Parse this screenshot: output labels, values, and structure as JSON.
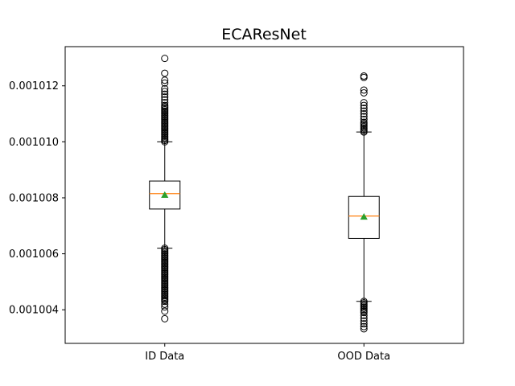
{
  "chart_data": {
    "type": "box",
    "title": "ECAResNet",
    "xlabel": "",
    "ylabel": "",
    "categories": [
      "ID Data",
      "OOD Data"
    ],
    "ylim": [
      0.0010028,
      0.0010134
    ],
    "yticks": [
      0.001004,
      0.001006,
      0.001008,
      0.00101,
      0.001012
    ],
    "ytick_labels": [
      "0.001004",
      "0.001006",
      "0.001008",
      "0.001010",
      "0.001012"
    ],
    "grid": false,
    "legend": "none",
    "colors": {
      "median": "#ff7f0e",
      "mean": "#2ca02c",
      "box": "#000000",
      "flier": "#000000"
    },
    "boxes": [
      {
        "label": "ID Data",
        "whisker_low": 0.0010062,
        "q1": 0.0010076,
        "median": 0.00100815,
        "q3": 0.0010086,
        "whisker_high": 0.00101,
        "mean": 0.0010081,
        "fliers_low": [
          0.0010062,
          0.00100615,
          0.0010061,
          0.00100605,
          0.001006,
          0.00100595,
          0.0010059,
          0.00100585,
          0.0010058,
          0.00100575,
          0.0010057,
          0.00100565,
          0.0010056,
          0.00100555,
          0.0010055,
          0.00100545,
          0.0010054,
          0.00100535,
          0.0010053,
          0.00100525,
          0.0010052,
          0.00100515,
          0.0010051,
          0.00100505,
          0.001005,
          0.00100495,
          0.0010049,
          0.00100485,
          0.0010048,
          0.00100475,
          0.0010047,
          0.00100465,
          0.0010046,
          0.00100455,
          0.0010045,
          0.00100445,
          0.0010044,
          0.00100435,
          0.0010043,
          0.0010042,
          0.0010041,
          0.00100395,
          0.00100368
        ],
        "fliers_high": [
          0.00101,
          0.00101005,
          0.0010101,
          0.00101015,
          0.0010102,
          0.00101025,
          0.0010103,
          0.00101035,
          0.0010104,
          0.00101045,
          0.0010105,
          0.00101055,
          0.0010106,
          0.00101065,
          0.0010107,
          0.00101075,
          0.0010108,
          0.00101085,
          0.0010109,
          0.00101095,
          0.001011,
          0.00101105,
          0.0010111,
          0.00101115,
          0.0010112,
          0.00101125,
          0.0010113,
          0.0010114,
          0.0010115,
          0.0010116,
          0.0010117,
          0.0010118,
          0.0010119,
          0.0010121,
          0.0010122,
          0.00101245,
          0.00101298
        ]
      },
      {
        "label": "OOD Data",
        "whisker_low": 0.0010043,
        "q1": 0.00100655,
        "median": 0.00100735,
        "q3": 0.00100805,
        "whisker_high": 0.00101035,
        "mean": 0.00100732,
        "fliers_low": [
          0.0010043,
          0.00100425,
          0.0010042,
          0.00100415,
          0.0010041,
          0.00100405,
          0.001004,
          0.00100395,
          0.0010039,
          0.0010038,
          0.0010037,
          0.0010036,
          0.0010035,
          0.0010034,
          0.00100332
        ],
        "fliers_high": [
          0.00101035,
          0.0010104,
          0.00101045,
          0.0010105,
          0.00101055,
          0.0010106,
          0.00101065,
          0.0010107,
          0.0010108,
          0.0010109,
          0.001011,
          0.0010111,
          0.0010112,
          0.0010113,
          0.0010114,
          0.00101175,
          0.00101185,
          0.0010123,
          0.00101235
        ]
      }
    ]
  }
}
